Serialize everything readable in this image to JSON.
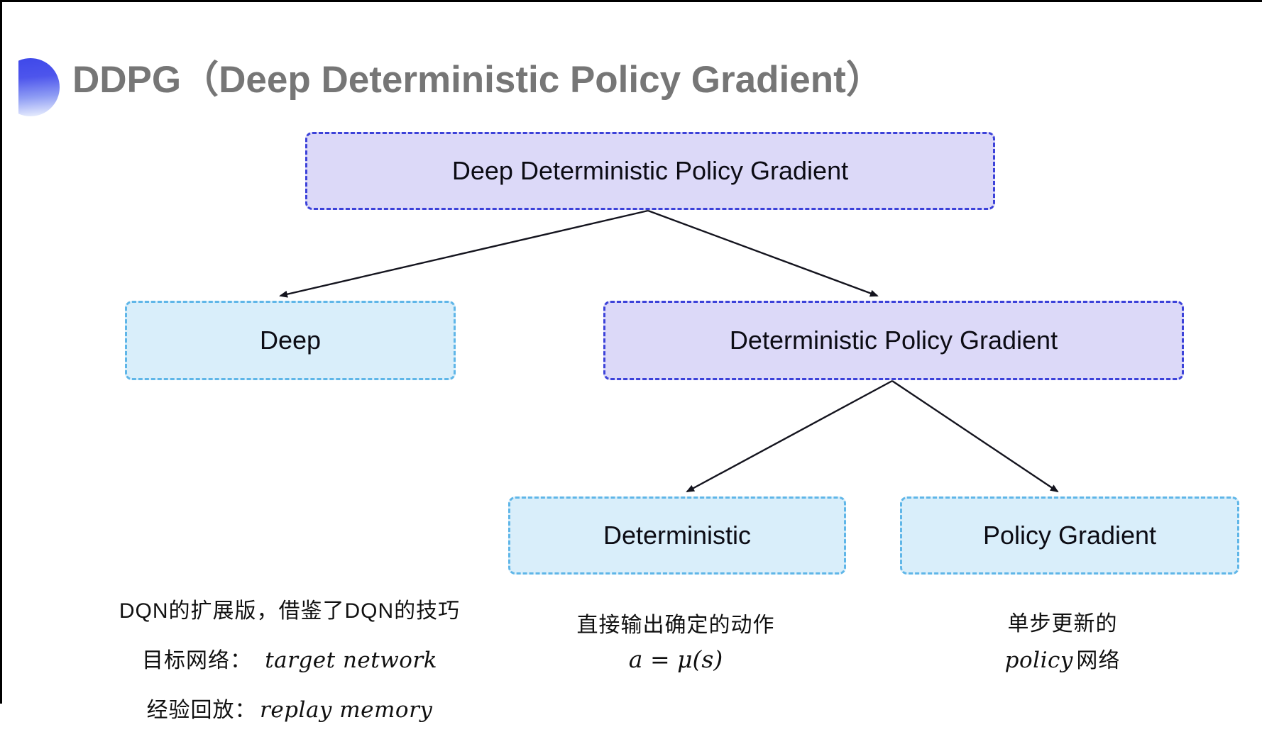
{
  "header": {
    "title": "DDPG（Deep Deterministic Policy Gradient）",
    "icon": "gradient-orb-icon"
  },
  "tree": {
    "root": {
      "label": "Deep Deterministic Policy Gradient",
      "style": "purple"
    },
    "children": [
      {
        "label": "Deep",
        "style": "cyan"
      },
      {
        "label": "Deterministic Policy Gradient",
        "style": "purple"
      }
    ],
    "grandchildren": [
      {
        "label": "Deterministic",
        "style": "cyan"
      },
      {
        "label": "Policy Gradient",
        "style": "cyan"
      }
    ]
  },
  "notes": {
    "deep_note": {
      "line1": "DQN的扩展版，借鉴了DQN的技巧",
      "line2_label": "目标网络：",
      "line2_term": "target network",
      "line3_label": "经验回放：",
      "line3_term": "replay memory"
    },
    "deterministic_note": {
      "line1": "直接输出确定的动作",
      "equation": "a = μ(s)"
    },
    "policy_gradient_note": {
      "line1": "单步更新的",
      "term": "policy",
      "suffix": " 网络"
    }
  },
  "colors": {
    "purple_fill": "#dcd9f8",
    "purple_border": "#3c42d9",
    "cyan_fill": "#d9eefa",
    "cyan_border": "#5fb6e8",
    "title_gray": "#767676",
    "arrow_black": "#14141e",
    "icon_blue_top": "#3f49ea",
    "icon_blue_bottom": "#e4eafd"
  }
}
